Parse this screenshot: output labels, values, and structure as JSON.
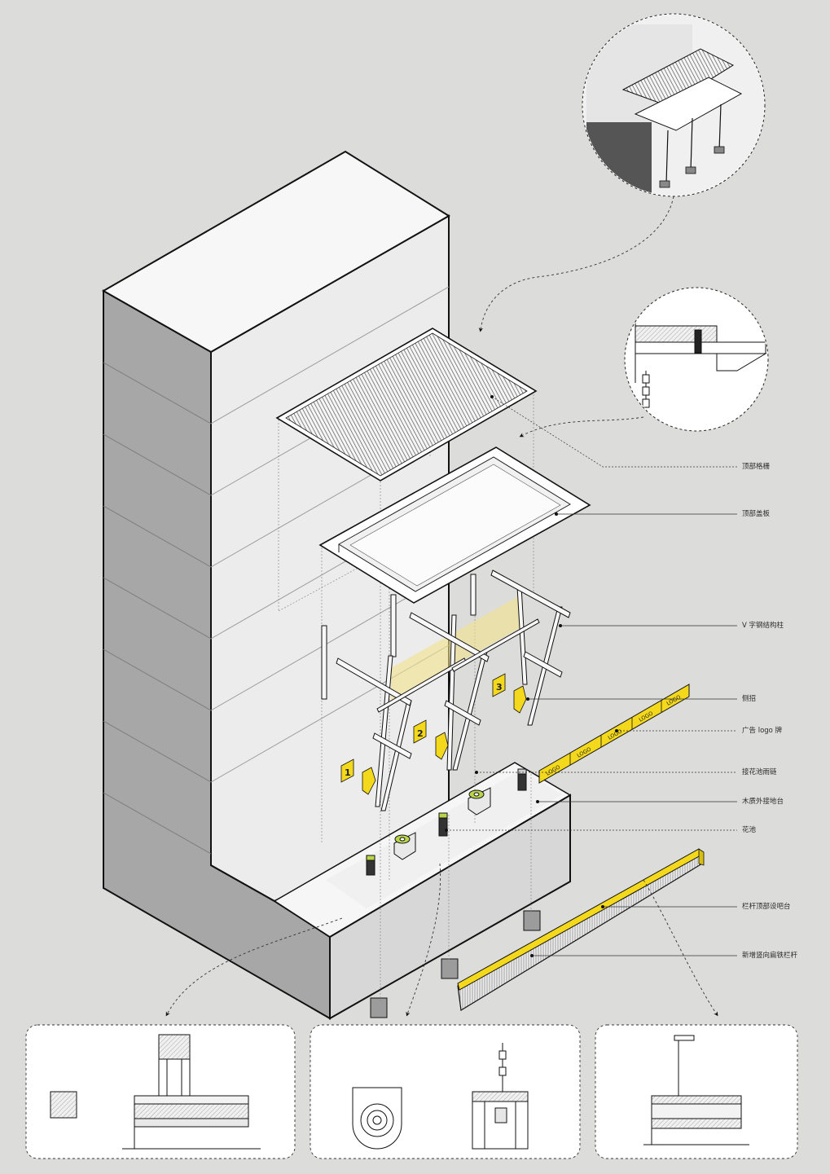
{
  "colors": {
    "background": "#dcdddb",
    "facade_light": "#f2f2f2",
    "facade_mid": "#d8d8d8",
    "facade_dark": "#a9a9a9",
    "accent_yellow": "#f3d81c",
    "flower_green": "#b9d64a",
    "line": "#111111",
    "leader": "#333333"
  },
  "callouts": [
    {
      "id": "top-grille",
      "text": "顶部格栅"
    },
    {
      "id": "top-cover-plate",
      "text": "顶部盖板"
    },
    {
      "id": "v-steel-column",
      "text": "V 字钢结构柱"
    },
    {
      "id": "side-sign",
      "text": "侧招"
    },
    {
      "id": "ad-logo-sign",
      "text": "广告 logo 牌"
    },
    {
      "id": "planter-rain-chain",
      "text": "接花池雨链"
    },
    {
      "id": "wood-platform",
      "text": "木质外接地台"
    },
    {
      "id": "planter",
      "text": "花池"
    },
    {
      "id": "railing-bar-counter",
      "text": "栏杆顶部设吧台"
    },
    {
      "id": "flat-iron-railing",
      "text": "新增竖向扁铁栏杆"
    }
  ],
  "sign_numbers": [
    "1",
    "2",
    "3"
  ],
  "logo_signs": [
    "LOGO",
    "LOGO",
    "LOGO",
    "LOGO",
    "LOGO"
  ],
  "icons": {
    "detail_circle_top": "canopy-perspective-detail",
    "detail_circle_section": "canopy-section-detail",
    "arrow": "dashed-arrow"
  }
}
